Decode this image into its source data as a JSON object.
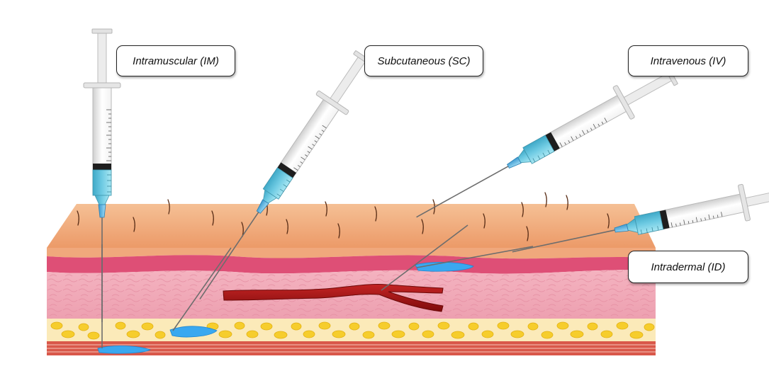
{
  "labels": {
    "im": "Intramuscular (IM)",
    "sc": "Subcutaneous (SC)",
    "iv": "Intravenous (IV)",
    "id": "Intradermal (ID)"
  },
  "colors": {
    "epidermis_top": "#f4b98a",
    "epidermis": "#eea274",
    "dermis_upper": "#e0557a",
    "dermis": "#f0a3b4",
    "fat": "#f9e7b0",
    "fat_globule": "#f5cf2e",
    "muscle": "#d9584a",
    "vein": "#a51515",
    "fluid": "#3aa8f0",
    "syringe_liquid": "#7fd4e8"
  }
}
